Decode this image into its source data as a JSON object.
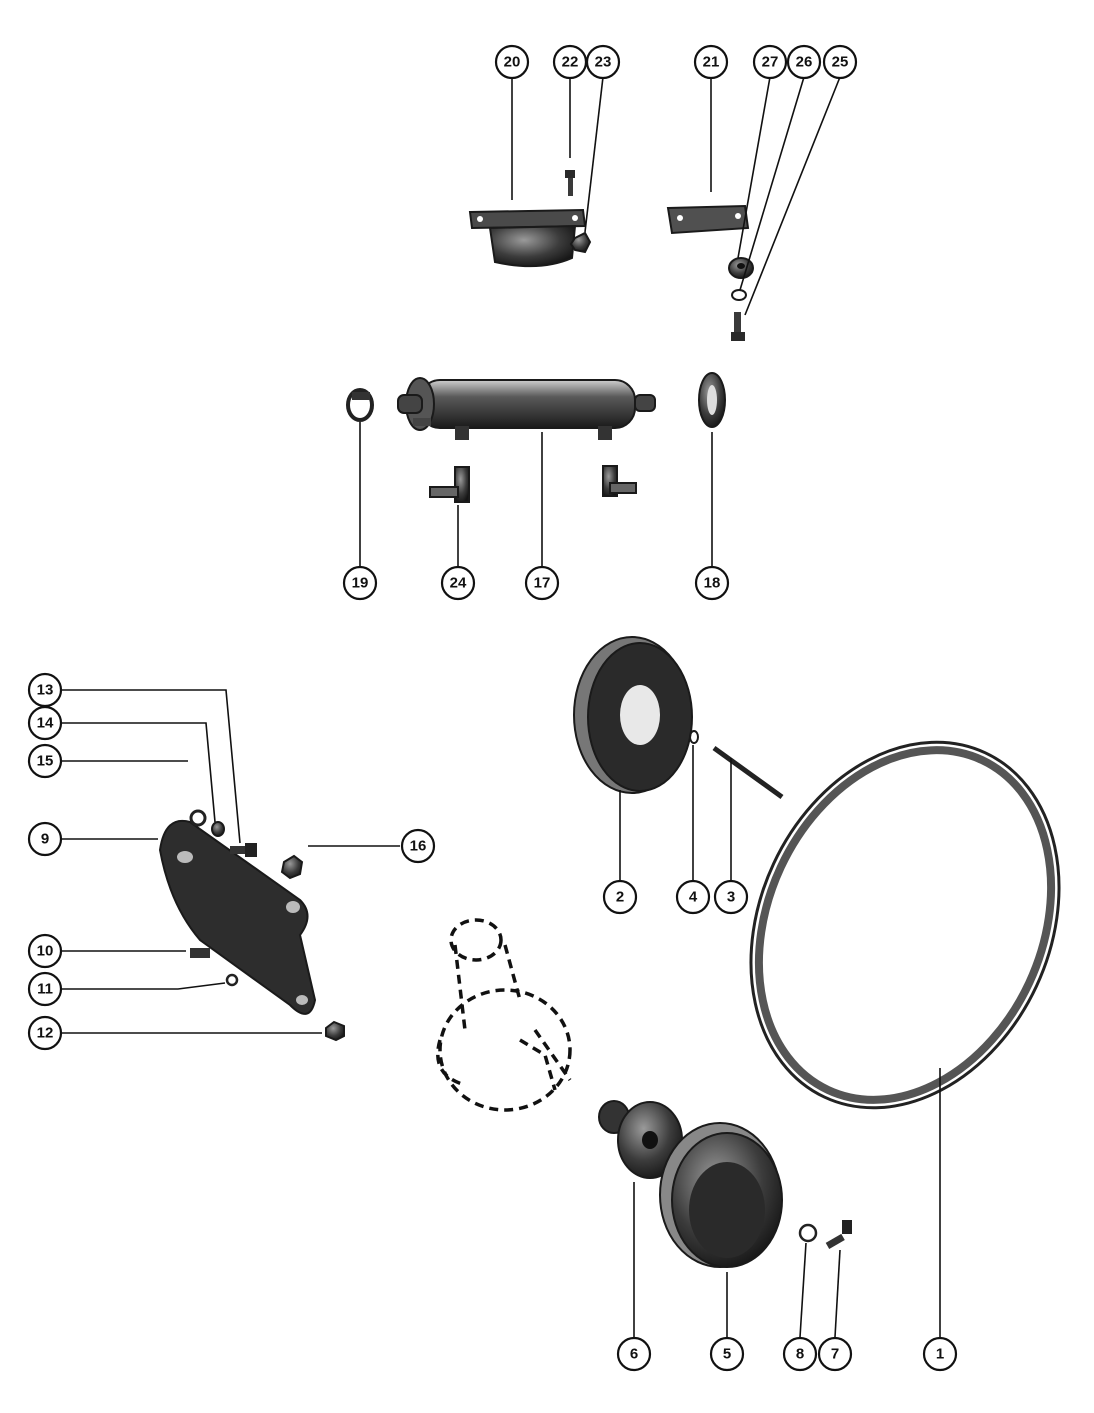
{
  "callouts": [
    "20",
    "22",
    "23",
    "21",
    "27",
    "26",
    "25",
    "19",
    "24",
    "17",
    "18",
    "13",
    "14",
    "15",
    "9",
    "16",
    "2",
    "4",
    "3",
    "10",
    "11",
    "12",
    "1",
    "6",
    "5",
    "8",
    "7"
  ],
  "colors": {
    "ink": "#111111",
    "paper": "#ffffff",
    "part_fill": "#3a3a3a",
    "part_light": "#8a8a8a"
  }
}
